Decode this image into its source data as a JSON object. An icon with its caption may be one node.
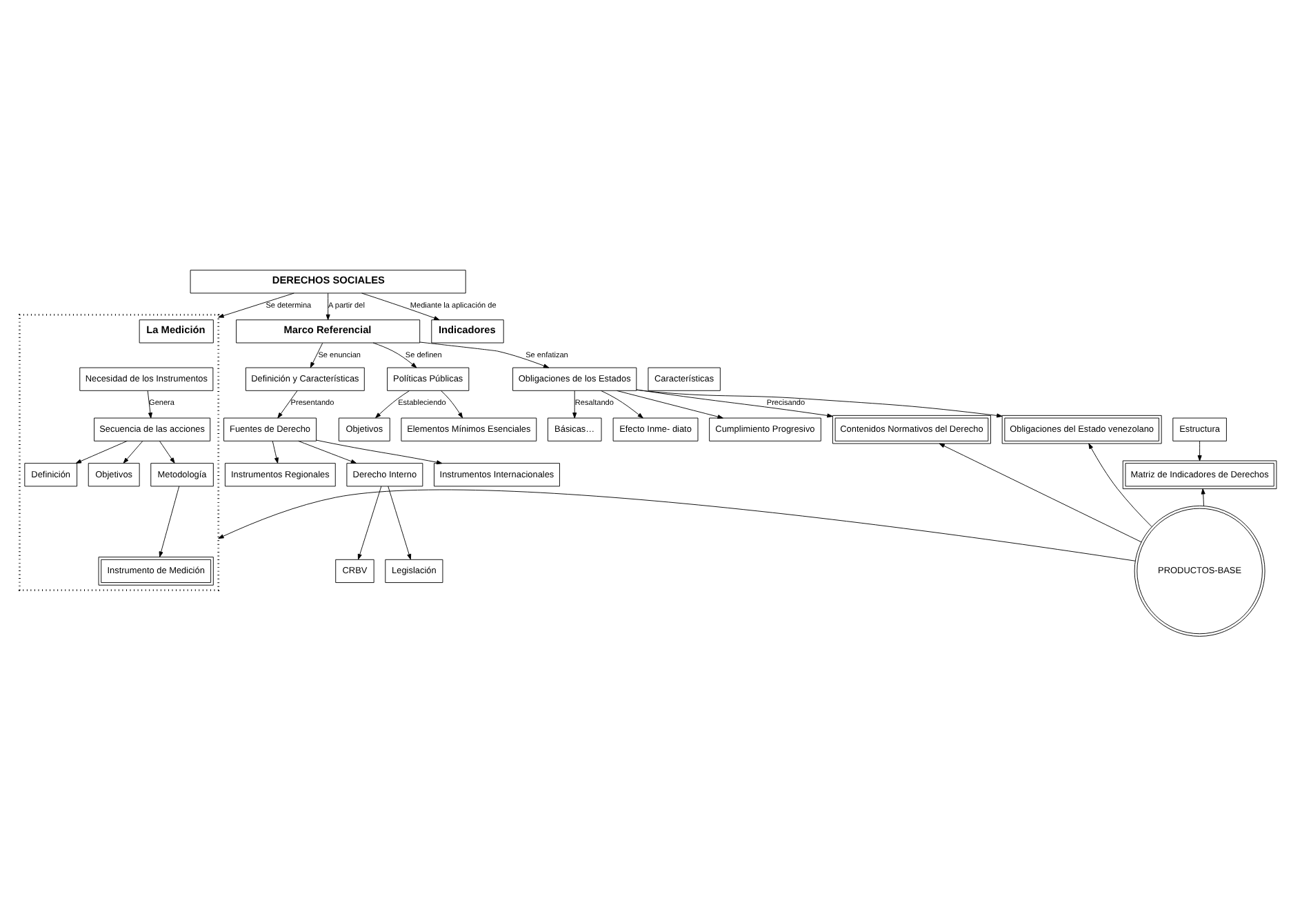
{
  "diagram": {
    "nodes": [
      {
        "text": [
          "DERECHOS SOCIALES"
        ]
      },
      {
        "text": [
          "Marco Referencial"
        ]
      },
      {
        "text": [],
        "shape": "box"
      },
      {
        "text": [
          "La Medición"
        ],
        "in": 2
      },
      {
        "text": [
          "Indicadores"
        ]
      },
      {
        "text": [
          "Definición y Características"
        ]
      },
      {
        "text": [
          "Políticas Públicas"
        ]
      },
      {
        "text": [
          "Obligaciones de los Estados"
        ]
      },
      {
        "text": [
          "Necesidad de los Instrumentos"
        ],
        "in": 2
      },
      {
        "text": [
          "Características"
        ]
      },
      {
        "text": [
          "Estructura"
        ]
      },
      {
        "text": [
          "Fuentes de Derecho"
        ]
      },
      {
        "text": [
          "Objetivos"
        ]
      },
      {
        "text": [
          "Elementos Mínimos Esenciales"
        ]
      },
      {
        "text": [
          "Básicas…"
        ]
      },
      {
        "text": [
          "Efecto Inme- diato"
        ]
      },
      {
        "text": [
          "Secuencia de las acciones"
        ],
        "in": 2
      },
      {
        "text": [
          "Matriz de Indicadores de Derechos"
        ]
      },
      {
        "text": [
          "Instrumentos Internacionales"
        ]
      },
      {
        "text": [
          "Instrumentos Regionales"
        ]
      },
      {
        "text": [
          "Derecho Interno"
        ]
      },
      {
        "text": [
          "CRBV"
        ]
      },
      {
        "text": [
          "Legislación"
        ]
      },
      {
        "text": [
          "Cumplimiento Progresivo"
        ]
      },
      {
        "text": [
          "Contenidos Normativos del Derecho"
        ]
      },
      {
        "text": [
          "Obligaciones del Estado venezolano"
        ]
      },
      {
        "text": [
          "Definición"
        ],
        "in": 2
      },
      {
        "text": [
          "Objetivos"
        ],
        "in": 2
      },
      {
        "text": [
          "Metodología"
        ],
        "in": 2
      },
      {
        "text": [
          "Instrumento de Medición"
        ],
        "in": 2
      },
      {
        "text": [
          "PRODUCTOS-BASE"
        ]
      }
    ],
    "edges": [
      {
        "from": 0,
        "to": 1,
        "arrow": "to",
        "label": "A partir del"
      },
      {
        "from": 0,
        "to": 2,
        "arrow": "to",
        "label": "Se determina"
      },
      {
        "from": 0,
        "to": 4,
        "arrow": "to",
        "label": "Mediante la aplicación de"
      },
      {
        "from": 1,
        "to": 5,
        "arrow": "to",
        "label": "Se enuncian"
      },
      {
        "from": 1,
        "to": 6,
        "arrow": "to",
        "label": "Se definen"
      },
      {
        "from": 1,
        "to": 7,
        "arrow": "to",
        "label": "Se enfatizan"
      },
      {
        "from": 5,
        "to": 11,
        "arrow": "to",
        "label": "Presentando"
      },
      {
        "from": 6,
        "to": 12,
        "arrow": "to",
        "label": "Estableciendo"
      },
      {
        "from": 6,
        "to": 13,
        "arrow": "to"
      },
      {
        "from": 7,
        "to": 14,
        "arrow": "to",
        "label": "Resaltando"
      },
      {
        "from": 7,
        "to": 15,
        "arrow": "to"
      },
      {
        "from": 7,
        "to": 23,
        "arrow": "to"
      },
      {
        "from": 7,
        "to": 24,
        "arrow": "to",
        "label": "Precisando"
      },
      {
        "from": 7,
        "to": 25,
        "arrow": "to"
      },
      {
        "from": 11,
        "to": 18,
        "arrow": "to"
      },
      {
        "from": 11,
        "to": 19,
        "arrow": "to"
      },
      {
        "from": 11,
        "to": 20,
        "arrow": "to"
      },
      {
        "from": 20,
        "to": 21,
        "arrow": "to"
      },
      {
        "from": 20,
        "to": 22,
        "arrow": "to"
      },
      {
        "from": 8,
        "to": 16,
        "arrow": "to",
        "label": "Genera"
      },
      {
        "from": 16,
        "to": 26,
        "arrow": "to"
      },
      {
        "from": 16,
        "to": 27,
        "arrow": "to"
      },
      {
        "from": 16,
        "to": 28,
        "arrow": "to"
      },
      {
        "from": 28,
        "to": 29,
        "arrow": "to"
      },
      {
        "from": 10,
        "to": 17,
        "arrow": "to"
      },
      {
        "from": 30,
        "to": 17,
        "arrow": "to"
      },
      {
        "from": 30,
        "to": 2,
        "arrow": "to"
      },
      {
        "from": 30,
        "to": 24,
        "arrow": "to"
      },
      {
        "from": 30,
        "to": 25,
        "arrow": "to"
      }
    ]
  }
}
